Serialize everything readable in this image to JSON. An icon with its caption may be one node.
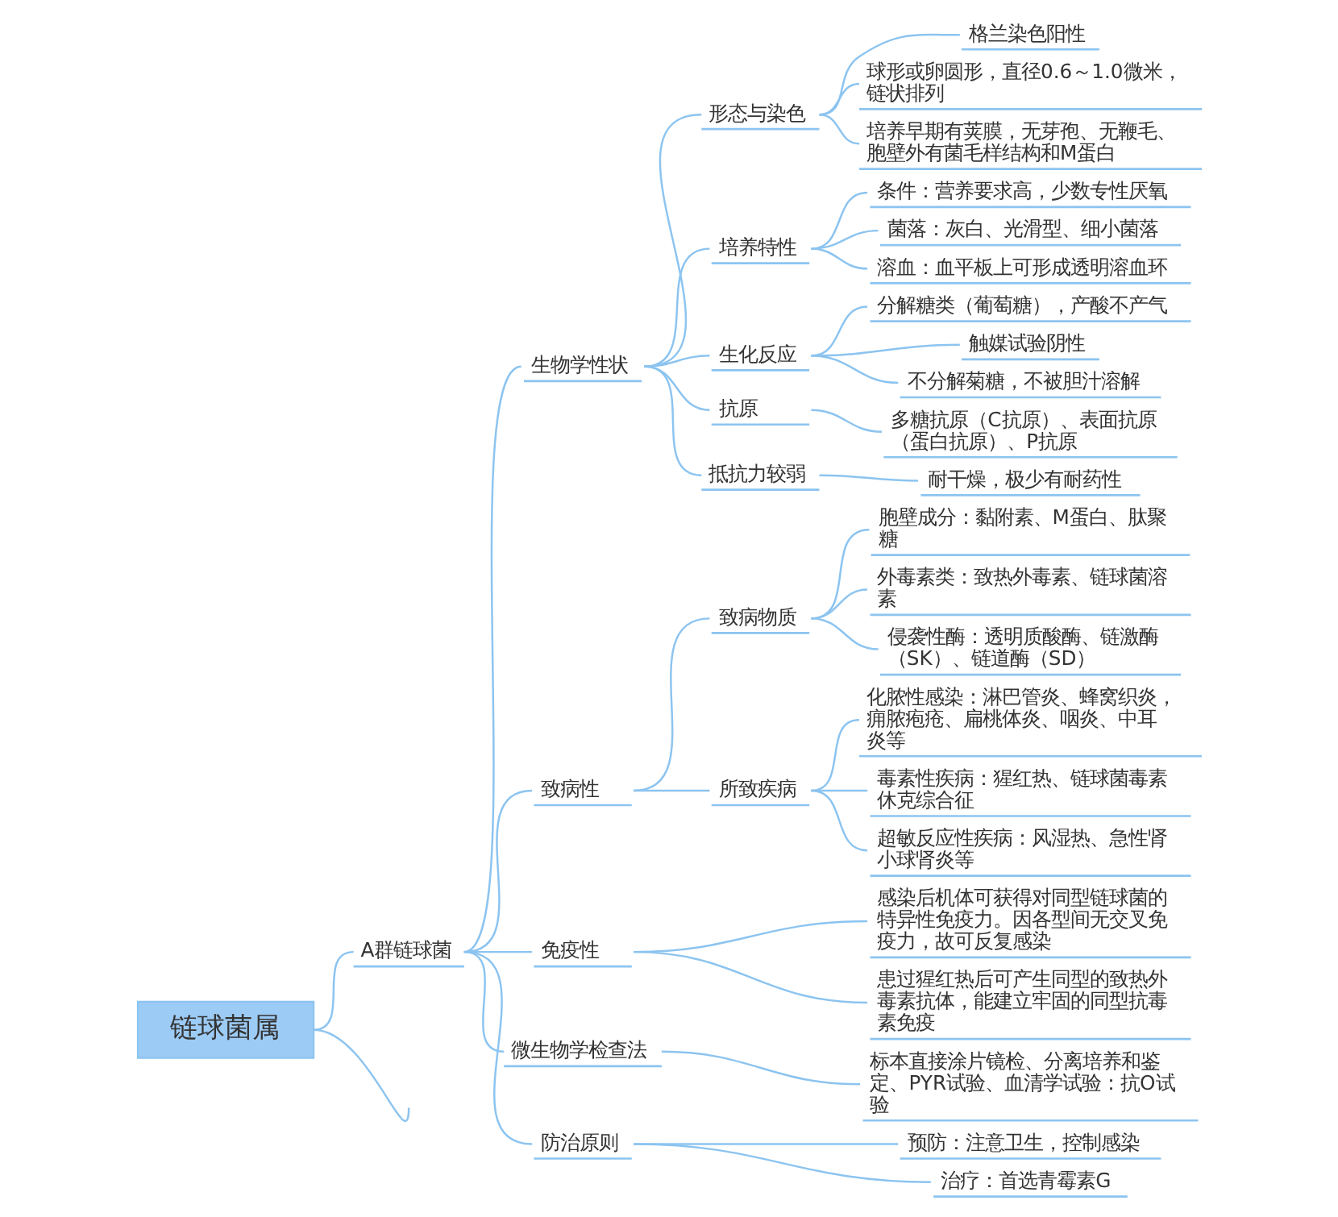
{
  "diagram": {
    "nodes": [
      {
        "text": [
          "链球菌属"
        ]
      },
      {
        "text": [
          "A群链球菌"
        ]
      },
      {
        "text": [
          "生物学性状"
        ]
      },
      {
        "text": [
          "形态与染色"
        ]
      },
      {
        "text": [
          "格兰染色阳性"
        ]
      },
      {
        "text": [
          "球形或卵圆形，直径0.6～1.0微米，链状排列"
        ]
      },
      {
        "text": [
          "培养早期有荚膜，无芽孢、无鞭毛、胞壁外有菌毛样结构和M蛋白"
        ]
      },
      {
        "text": [
          "培养特性"
        ]
      },
      {
        "text": [
          "条件：营养要求高，少数专性厌氧"
        ]
      },
      {
        "text": [
          "菌落：灰白、光滑型、细小菌落"
        ]
      },
      {
        "text": [
          "溶血：血平板上可形成透明溶血环"
        ]
      },
      {
        "text": [
          "生化反应"
        ]
      },
      {
        "text": [
          "分解糖类（葡萄糖），产酸不产气"
        ]
      },
      {
        "text": [
          "触媒试验阴性"
        ]
      },
      {
        "text": [
          "不分解菊糖，不被胆汁溶解"
        ]
      },
      {
        "text": [
          "抗原"
        ]
      },
      {
        "text": [
          "多糖抗原（C抗原）、表面抗原（蛋白抗原）、P抗原"
        ]
      },
      {
        "text": [
          "抵抗力较弱"
        ]
      },
      {
        "text": [
          "耐干燥，极少有耐药性"
        ]
      },
      {
        "text": [
          "致病性"
        ]
      },
      {
        "text": [
          "致病物质"
        ]
      },
      {
        "text": [
          "胞壁成分：黏附素、M蛋白、肽聚糖"
        ]
      },
      {
        "text": [
          "外毒素类：致热外毒素、链球菌溶素"
        ]
      },
      {
        "text": [
          "侵袭性酶：透明质酸酶、链激酶（SK）、链道酶（SD）"
        ]
      },
      {
        "text": [
          "所致疾病"
        ]
      },
      {
        "text": [
          "化脓性感染：淋巴管炎、蜂窝织炎，痈脓疱疮、扁桃体炎、咽炎、中耳炎等"
        ]
      },
      {
        "text": [
          "毒素性疾病：猩红热、链球菌毒素休克综合征"
        ]
      },
      {
        "text": [
          "超敏反应性疾病：风湿热、急性肾小球肾炎等"
        ]
      },
      {
        "text": [
          "免疫性"
        ]
      },
      {
        "text": [
          "感染后机体可获得对同型链球菌的特异性免疫力。因各型间无交叉免疫力，故可反复感染"
        ]
      },
      {
        "text": [
          "患过猩红热后可产生同型的致热外毒素抗体，能建立牢固的同型抗毒素免疫"
        ]
      },
      {
        "text": [
          "微生物学检查法"
        ]
      },
      {
        "text": [
          "标本直接涂片镜检、分离培养和鉴定、PYR试验、血清学试验：抗O试验"
        ]
      },
      {
        "text": [
          "防治原则"
        ]
      },
      {
        "text": [
          "预防：注意卫生，控制感染"
        ]
      },
      {
        "text": [
          "治疗：首选青霉素G"
        ]
      }
    ],
    "edges": [
      {
        "from": 0,
        "to": 1,
        "arrow": "none"
      },
      {
        "from": 1,
        "to": 2,
        "arrow": "none"
      },
      {
        "from": 2,
        "to": 3,
        "arrow": "none"
      },
      {
        "from": 3,
        "to": 4,
        "arrow": "none"
      },
      {
        "from": 3,
        "to": 5,
        "arrow": "none"
      },
      {
        "from": 3,
        "to": 6,
        "arrow": "none"
      },
      {
        "from": 2,
        "to": 7,
        "arrow": "none"
      },
      {
        "from": 7,
        "to": 8,
        "arrow": "none"
      },
      {
        "from": 7,
        "to": 9,
        "arrow": "none"
      },
      {
        "from": 7,
        "to": 10,
        "arrow": "none"
      },
      {
        "from": 2,
        "to": 11,
        "arrow": "none"
      },
      {
        "from": 11,
        "to": 12,
        "arrow": "none"
      },
      {
        "from": 11,
        "to": 13,
        "arrow": "none"
      },
      {
        "from": 11,
        "to": 14,
        "arrow": "none"
      },
      {
        "from": 2,
        "to": 15,
        "arrow": "none"
      },
      {
        "from": 15,
        "to": 16,
        "arrow": "none"
      },
      {
        "from": 2,
        "to": 17,
        "arrow": "none"
      },
      {
        "from": 17,
        "to": 18,
        "arrow": "none"
      },
      {
        "from": 1,
        "to": 19,
        "arrow": "none"
      },
      {
        "from": 19,
        "to": 20,
        "arrow": "none"
      },
      {
        "from": 20,
        "to": 21,
        "arrow": "none"
      },
      {
        "from": 20,
        "to": 22,
        "arrow": "none"
      },
      {
        "from": 20,
        "to": 23,
        "arrow": "none"
      },
      {
        "from": 19,
        "to": 24,
        "arrow": "none"
      },
      {
        "from": 24,
        "to": 25,
        "arrow": "none"
      },
      {
        "from": 24,
        "to": 26,
        "arrow": "none"
      },
      {
        "from": 24,
        "to": 27,
        "arrow": "none"
      },
      {
        "from": 1,
        "to": 28,
        "arrow": "none"
      },
      {
        "from": 28,
        "to": 29,
        "arrow": "none"
      },
      {
        "from": 28,
        "to": 30,
        "arrow": "none"
      },
      {
        "from": 1,
        "to": 31,
        "arrow": "none"
      },
      {
        "from": 31,
        "to": 32,
        "arrow": "none"
      },
      {
        "from": 1,
        "to": 33,
        "arrow": "none"
      },
      {
        "from": 33,
        "to": 34,
        "arrow": "none"
      },
      {
        "from": 33,
        "to": 35,
        "arrow": "none"
      },
      {
        "from": 0,
        "to": null,
        "arrow": "none"
      }
    ]
  }
}
